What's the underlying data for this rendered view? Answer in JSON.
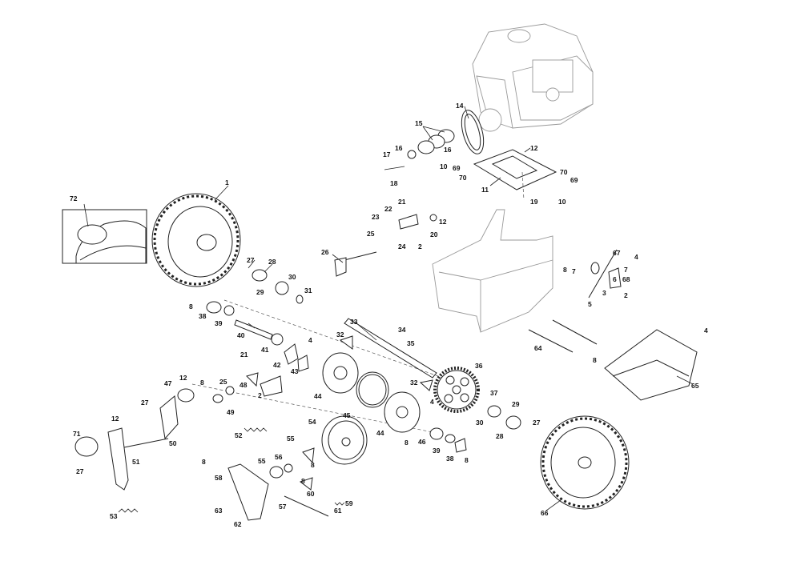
{
  "callouts": [
    {
      "text": "1"
    },
    {
      "text": "2"
    },
    {
      "text": "2"
    },
    {
      "text": "2"
    },
    {
      "text": "3"
    },
    {
      "text": "4"
    },
    {
      "text": "4"
    },
    {
      "text": "4"
    },
    {
      "text": "4"
    },
    {
      "text": "5"
    },
    {
      "text": "6"
    },
    {
      "text": "7"
    },
    {
      "text": "7"
    },
    {
      "text": "8"
    },
    {
      "text": "8"
    },
    {
      "text": "8"
    },
    {
      "text": "8"
    },
    {
      "text": "8"
    },
    {
      "text": "8"
    },
    {
      "text": "8"
    },
    {
      "text": "8"
    },
    {
      "text": "8"
    },
    {
      "text": "10"
    },
    {
      "text": "10"
    },
    {
      "text": "11"
    },
    {
      "text": "12"
    },
    {
      "text": "12"
    },
    {
      "text": "12"
    },
    {
      "text": "12"
    },
    {
      "text": "14"
    },
    {
      "text": "15"
    },
    {
      "text": "16"
    },
    {
      "text": "16"
    },
    {
      "text": "17"
    },
    {
      "text": "18"
    },
    {
      "text": "19"
    },
    {
      "text": "20"
    },
    {
      "text": "21"
    },
    {
      "text": "21"
    },
    {
      "text": "22"
    },
    {
      "text": "23"
    },
    {
      "text": "24"
    },
    {
      "text": "25"
    },
    {
      "text": "25"
    },
    {
      "text": "26"
    },
    {
      "text": "27"
    },
    {
      "text": "27"
    },
    {
      "text": "27"
    },
    {
      "text": "27"
    },
    {
      "text": "28"
    },
    {
      "text": "28"
    },
    {
      "text": "29"
    },
    {
      "text": "29"
    },
    {
      "text": "30"
    },
    {
      "text": "30"
    },
    {
      "text": "31"
    },
    {
      "text": "32"
    },
    {
      "text": "32"
    },
    {
      "text": "33"
    },
    {
      "text": "34"
    },
    {
      "text": "35"
    },
    {
      "text": "36"
    },
    {
      "text": "37"
    },
    {
      "text": "38"
    },
    {
      "text": "38"
    },
    {
      "text": "39"
    },
    {
      "text": "39"
    },
    {
      "text": "40"
    },
    {
      "text": "41"
    },
    {
      "text": "42"
    },
    {
      "text": "43"
    },
    {
      "text": "44"
    },
    {
      "text": "44"
    },
    {
      "text": "45"
    },
    {
      "text": "46"
    },
    {
      "text": "47"
    },
    {
      "text": "48"
    },
    {
      "text": "49"
    },
    {
      "text": "50"
    },
    {
      "text": "51"
    },
    {
      "text": "52"
    },
    {
      "text": "53"
    },
    {
      "text": "54"
    },
    {
      "text": "55"
    },
    {
      "text": "55"
    },
    {
      "text": "56"
    },
    {
      "text": "57"
    },
    {
      "text": "58"
    },
    {
      "text": "59"
    },
    {
      "text": "60"
    },
    {
      "text": "61"
    },
    {
      "text": "62"
    },
    {
      "text": "63"
    },
    {
      "text": "64"
    },
    {
      "text": "65"
    },
    {
      "text": "66"
    },
    {
      "text": "67"
    },
    {
      "text": "68"
    },
    {
      "text": "69"
    },
    {
      "text": "69"
    },
    {
      "text": "70"
    },
    {
      "text": "70"
    },
    {
      "text": "71"
    },
    {
      "text": "72"
    }
  ]
}
